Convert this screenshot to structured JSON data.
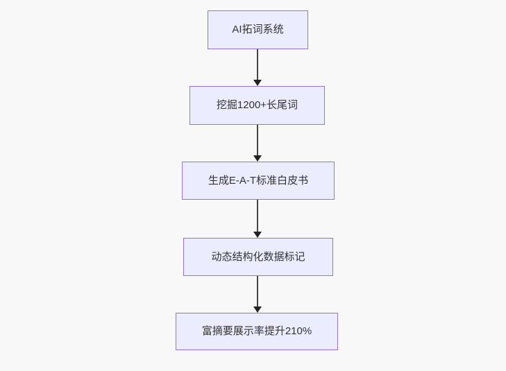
{
  "diagram": {
    "type": "flowchart",
    "direction": "top-down",
    "colors": {
      "background": "#f8f8f8",
      "node_fill": "#ECECFF",
      "node_border": "#9370DB",
      "edge_line": "#444444",
      "arrowhead": "#222222",
      "text": "#333333"
    },
    "nodes": [
      {
        "id": "step-1",
        "label": "AI拓词系统"
      },
      {
        "id": "step-2",
        "label": "挖掘1200+长尾词"
      },
      {
        "id": "step-3",
        "label": "生成E-A-T标准白皮书"
      },
      {
        "id": "step-4",
        "label": "动态结构化数据标记"
      },
      {
        "id": "step-5",
        "label": "富摘要展示率提升210%"
      }
    ],
    "edges": [
      {
        "from": "step-1",
        "to": "step-2"
      },
      {
        "from": "step-2",
        "to": "step-3"
      },
      {
        "from": "step-3",
        "to": "step-4"
      },
      {
        "from": "step-4",
        "to": "step-5"
      }
    ]
  }
}
